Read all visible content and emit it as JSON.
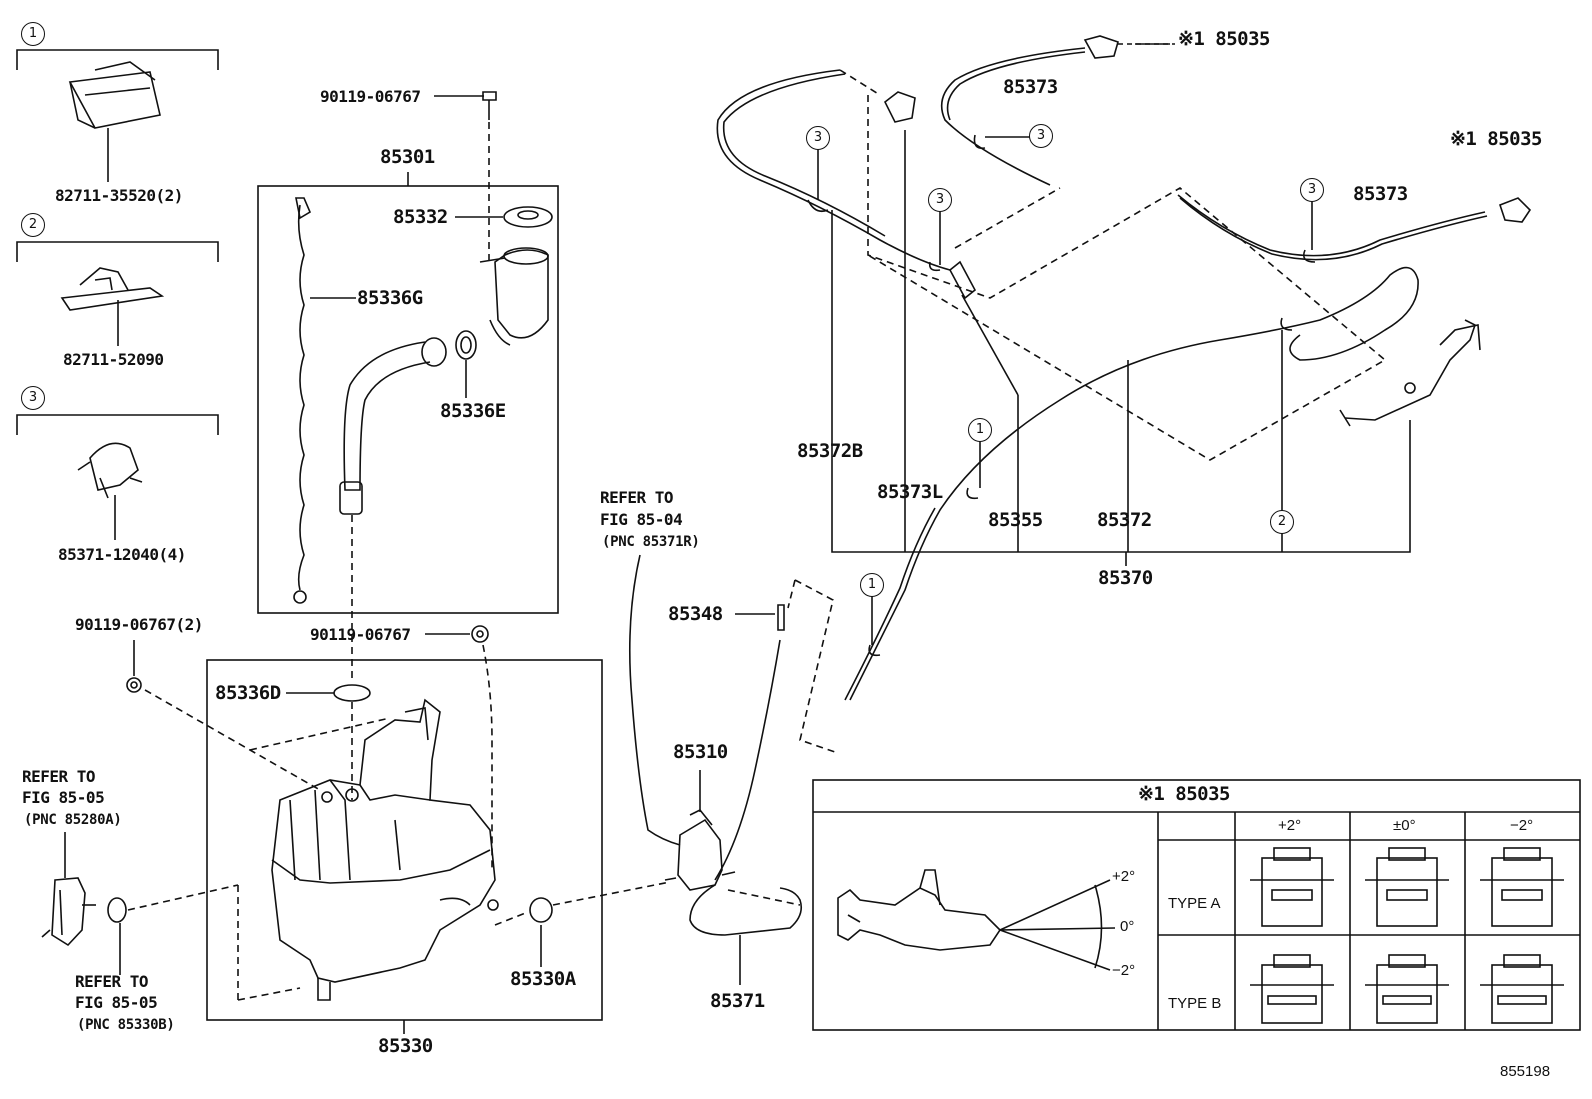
{
  "figure_number": "855198",
  "clip_legend": [
    {
      "num": "1",
      "part": "82711-35520(2)"
    },
    {
      "num": "2",
      "part": "82711-52090"
    },
    {
      "num": "3",
      "part": "85371-12040(4)"
    }
  ],
  "reserve_tank": {
    "assembly": "85301",
    "bolt": "90119-06767",
    "cap": "85332",
    "level_gauge": "85336G",
    "grommet": "85336E"
  },
  "washer_jar": {
    "assembly": "85330",
    "bolts": "90119-06767(2)",
    "bolt": "90119-06767",
    "cap": "85336D",
    "grommet": "85330A",
    "refer_pump": {
      "line1": "REFER TO",
      "line2": "FIG 85-05",
      "line3": "(PNC 85280A)"
    },
    "refer_grommet": {
      "line1": "REFER TO",
      "line2": "FIG 85-05",
      "line3": "(PNC 85330B)"
    }
  },
  "pump_area": {
    "pump": "85310",
    "hose": "85371",
    "check_valve": "85348",
    "refer_hose": {
      "line1": "REFER TO",
      "line2": "FIG 85-04",
      "line3": "(PNC 85371R)"
    }
  },
  "hose_assembly": {
    "assembly": "85370",
    "hose_b": "85372B",
    "hose_l": "85373L",
    "joint": "85355",
    "hose": "85372",
    "hose_upper_a": "85373",
    "hose_upper_b": "85373",
    "nozzle_a": "※1 85035",
    "nozzle_b": "※1 85035"
  },
  "nozzle_table": {
    "title": "※1 85035",
    "angle_up": "+2°",
    "angle_zero": "0°",
    "angle_down": "−2°",
    "columns": [
      "+2°",
      "±0°",
      "−2°"
    ],
    "rows": [
      "TYPE A",
      "TYPE B"
    ]
  }
}
